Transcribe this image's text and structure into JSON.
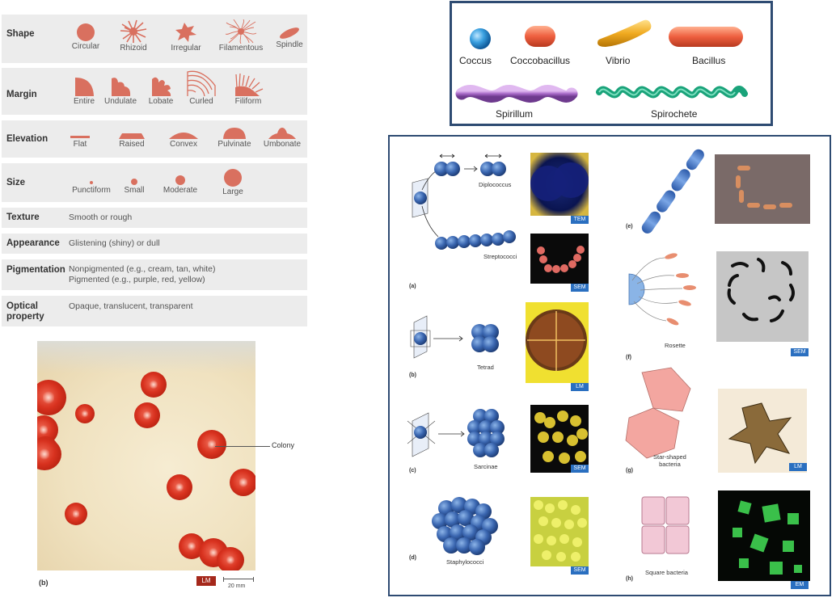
{
  "colony_table": {
    "rows": [
      {
        "label": "Shape",
        "items": [
          "Circular",
          "Rhizoid",
          "Irregular",
          "Filamentous",
          "Spindle"
        ]
      },
      {
        "label": "Margin",
        "items": [
          "Entire",
          "Undulate",
          "Lobate",
          "Curled",
          "Filiform"
        ]
      },
      {
        "label": "Elevation",
        "items": [
          "Flat",
          "Raised",
          "Convex",
          "Pulvinate",
          "Umbonate"
        ]
      },
      {
        "label": "Size",
        "items": [
          "Punctiform",
          "Small",
          "Moderate",
          "Large"
        ]
      },
      {
        "label": "Texture",
        "text": "Smooth or rough"
      },
      {
        "label": "Appearance",
        "text": "Glistening (shiny) or dull"
      },
      {
        "label": "Pigmentation",
        "text_lines": [
          "Nonpigmented (e.g., cream, tan, white)",
          "Pigmented (e.g., purple, red, yellow)"
        ]
      },
      {
        "label_lines": [
          "Optical",
          "property"
        ],
        "text": "Opaque, translucent, transparent"
      }
    ],
    "accent_color": "#d9705f"
  },
  "plate_photo": {
    "callout": "Colony",
    "panel_label": "(b)",
    "badge": "LM",
    "scale": "20 mm"
  },
  "bacterial_shapes": {
    "items": [
      "Coccus",
      "Coccobacillus",
      "Vibrio",
      "Bacillus",
      "Spirillum",
      "Spirochete"
    ]
  },
  "arrangements": {
    "labels": {
      "diplococcus": "Diplococcus",
      "streptococci": "Streptococci",
      "tetrad": "Tetrad",
      "sarcinae": "Sarcinae",
      "staphylococci": "Staphylococci",
      "rosette": "Rosette",
      "star_line1": "Star-shaped",
      "star_line2": "bacteria",
      "square": "Square bacteria"
    },
    "panel_letters": [
      "(a)",
      "(b)",
      "(c)",
      "(d)",
      "(e)",
      "(f)",
      "(g)",
      "(h)"
    ],
    "badges": [
      "TEM",
      "SEM",
      "LM",
      "SEM",
      "SEM",
      "SEM",
      "LM",
      "EM"
    ]
  }
}
